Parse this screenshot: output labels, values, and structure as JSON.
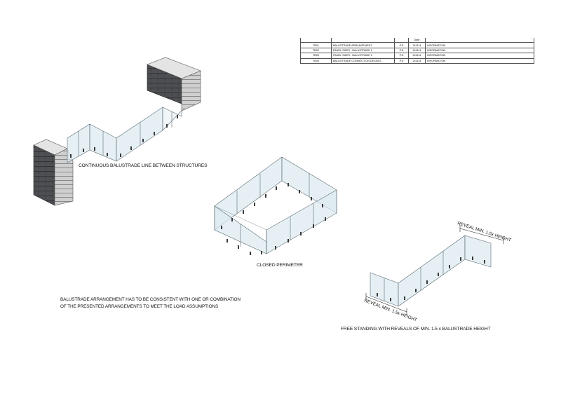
{
  "schedule": {
    "header": {
      "col1": "",
      "col2": "",
      "col3": "",
      "col4": "Date",
      "col5": ""
    },
    "mark": "'",
    "rows": [
      {
        "code": "TB01",
        "title": "BALUSTRADE ARRANGEMENT",
        "by": "P.D",
        "date": "241114",
        "status": "INFORMATION"
      },
      {
        "code": "TB02",
        "title": "PANEL SIZES - BALUSTRADE 1",
        "by": "P.D",
        "date": "241114",
        "status": "INFORMATION"
      },
      {
        "code": "TB03",
        "title": "PANEL SIZES - BALUSTRADE 2",
        "by": "P.D",
        "date": "241114",
        "status": "INFORMATION"
      },
      {
        "code": "TB04",
        "title": "BALUSTRADE CONNECTION DETAILS",
        "by": "P.D",
        "date": "241114",
        "status": "INFORMATION"
      }
    ]
  },
  "captions": {
    "continuous": "CONTINUOUS BALUSTRADE LINE BETWEEN STRUCTURES",
    "closed": "CLOSED PERIMETER",
    "free_standing": "FREE STANDING WITH REVEALS OF MIN. 1.5 x BALUSTRADE HEIGHT"
  },
  "dimensions": {
    "reveal_right": "REVEAL MIN. 1.5x HEIGHT",
    "reveal_left": "REVEAL MIN. 1.5x HEIGHT"
  },
  "note": {
    "line1": "BALUSTRADE ARRANGEMENT HAS TO BE CONSISTENT WITH ONE OR COMBINATION",
    "line2": "OF THE PRESENTED ARRANGEMENTS TO MEET THE LOAD ASSUMPTIONS"
  },
  "colors": {
    "glass": "#dce9f0",
    "glass_edge": "#5a6a72",
    "wall_face": "#4d4f52",
    "wall_side": "#c9c9c9",
    "spigot": "#3a3a3a"
  }
}
